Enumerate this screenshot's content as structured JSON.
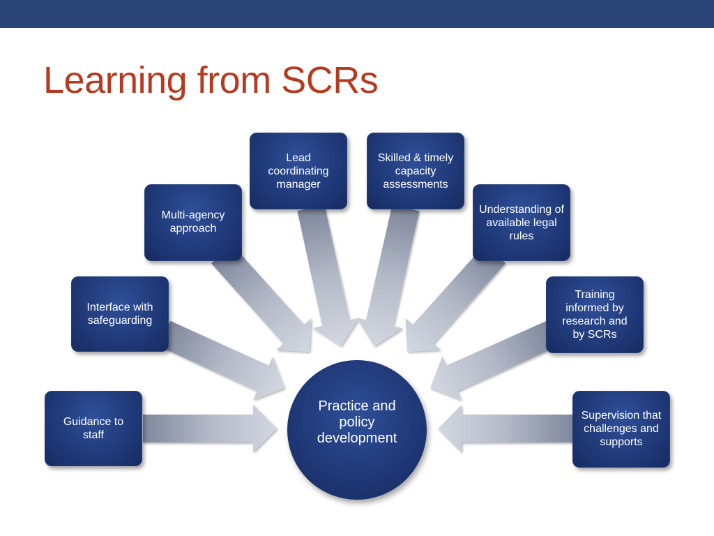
{
  "slide": {
    "title": "Learning from SCRs"
  },
  "diagram": {
    "center": "Practice and policy development",
    "nodes": {
      "guidance": "Guidance to staff",
      "interface": "Interface with safeguarding",
      "multi_agency": "Multi-agency approach",
      "lead": "Lead coordinating manager",
      "skilled": "Skilled & timely capacity assessments",
      "understanding": "Understanding of available legal rules",
      "training": "Training informed by research and by SCRs",
      "supervision": "Supervision that challenges and supports"
    }
  },
  "colors": {
    "header_bar": "#2b4577",
    "title": "#b53a1f",
    "node_fill": "#1d3572",
    "arrow_light": "#d2d6e0",
    "arrow_dark": "#868ea2"
  }
}
